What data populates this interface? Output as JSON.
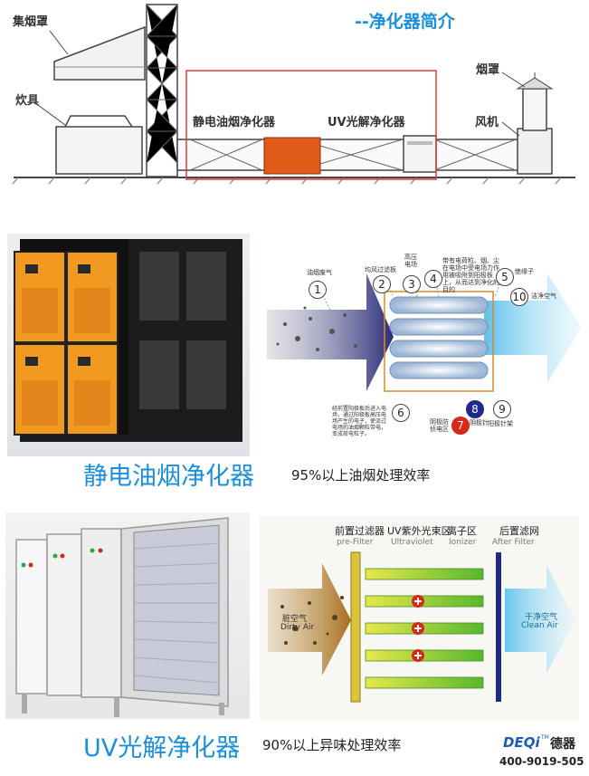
{
  "header": {
    "title": "--净化器简介",
    "title_color": "#1b8fd8"
  },
  "diagram": {
    "labels": {
      "hood": "集烟罩",
      "stove": "炊具",
      "esp": "静电油烟净化器",
      "uv": "UV光解净化器",
      "cap": "烟罩",
      "fan": "风机"
    },
    "esp_color": "#e05a1a",
    "highlight_color": "#e03c3c"
  },
  "esp_section": {
    "title": "静电油烟净化器",
    "efficiency": "95%以上油烟处理效率",
    "cabinet_color": "#f29a1f",
    "steps": [
      {
        "num": "1",
        "text": "油烟废气"
      },
      {
        "num": "2",
        "text": "均风过滤板"
      },
      {
        "num": "3",
        "text": "高压电场"
      },
      {
        "num": "4",
        "text": "带有电荷粒、烟、尘在电场中受电场力作用被吸附到阳极板上，从而达到净化的目的"
      },
      {
        "num": "5",
        "text": "绝缘子"
      },
      {
        "num": "6",
        "text": "经前置阳极板后进入电场，通过阳极板高压电场产生的电子，使流过电场的油烟颗粒带电，变成荷电粒子。"
      },
      {
        "num": "7",
        "text": "阴极防侦电区"
      },
      {
        "num": "8",
        "text": "阴极针"
      },
      {
        "num": "9",
        "text": "阳极针架"
      },
      {
        "num": "10",
        "text": "洁净空气"
      }
    ]
  },
  "uv_section": {
    "title": "UV光解净化器",
    "efficiency": "90%以上异味处理效率",
    "zones": [
      {
        "cn": "前置过滤器",
        "en": "pre-Filter"
      },
      {
        "cn": "UV紫外光束区",
        "en": "Ultraviolet"
      },
      {
        "cn": "离子区",
        "en": "Ionizer"
      },
      {
        "cn": "后置滤网",
        "en": "After Filter"
      }
    ],
    "dirty": {
      "cn": "脏空气",
      "en": "Dirty Air"
    },
    "clean": {
      "cn": "干净空气",
      "en": "Clean Air"
    }
  },
  "brand": {
    "logo": "DEQi",
    "tm": "TM",
    "name": "德器",
    "phone": "400-9019-505",
    "logo_color": "#1a5bb5"
  }
}
